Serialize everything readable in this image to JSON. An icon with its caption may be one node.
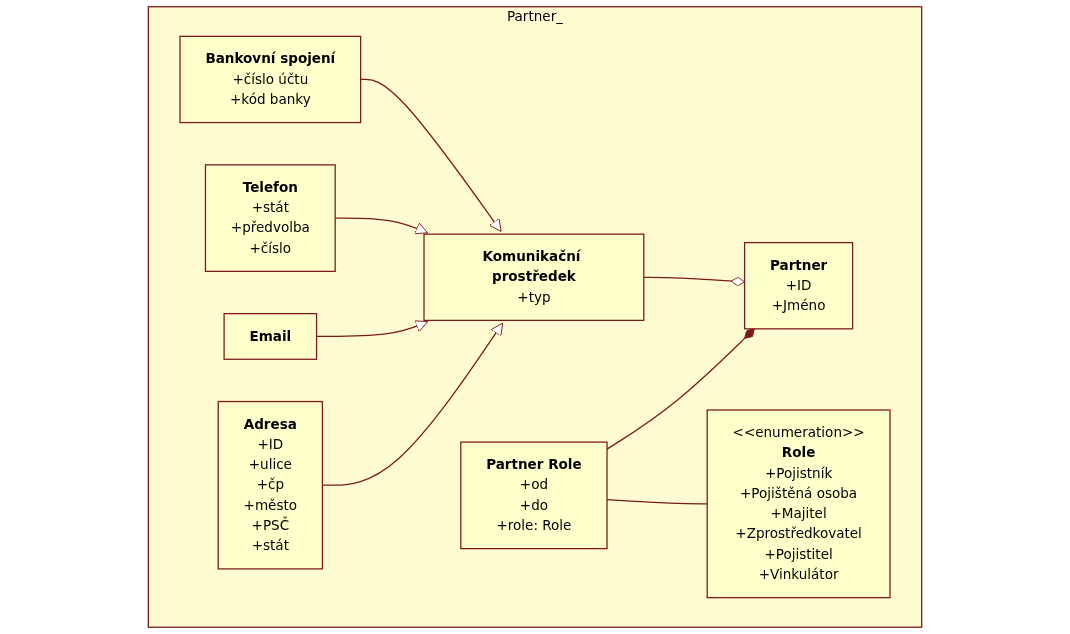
{
  "diagram": {
    "nodes": [
      {
        "text": [
          "Partner_"
        ]
      },
      {
        "text": [
          "Partner Role",
          "+od",
          "+do",
          "+role: Role"
        ],
        "in": 0
      },
      {
        "text": [
          "Partner",
          "+ID",
          "+Jméno"
        ],
        "in": 0
      },
      {
        "text": [
          "Komunikační prostředek",
          "+typ"
        ],
        "in": 0
      },
      {
        "text": [
          "<<enumeration>>",
          "Role",
          "+Pojistník",
          "+Pojištěná osoba",
          "+Majitel",
          "+Zprostředkovatel",
          "+Pojistitel",
          "+Vinkulátor"
        ],
        "in": 0
      },
      {
        "text": [
          "Adresa",
          "+ID",
          "+ulice",
          "+čp",
          "+město",
          "+PSČ",
          "+stát"
        ],
        "in": 0
      },
      {
        "text": [
          "Email"
        ],
        "in": 0
      },
      {
        "text": [
          "Telefon",
          "+stát",
          "+předvolba",
          "+číslo"
        ],
        "in": 0
      },
      {
        "text": [
          "Bankovní spojení",
          "+číslo účtu",
          "+kód banky"
        ],
        "in": 0
      }
    ],
    "edges": [
      {
        "from": 1,
        "to": 2,
        "arrow": "other"
      },
      {
        "from": 3,
        "to": 2,
        "arrow": "other"
      },
      {
        "from": 1,
        "to": 4,
        "arrow": "none"
      },
      {
        "from": 5,
        "to": 3,
        "arrow": "to"
      },
      {
        "from": 6,
        "to": 3,
        "arrow": "to"
      },
      {
        "from": 7,
        "to": 3,
        "arrow": "to"
      },
      {
        "from": 8,
        "to": 3,
        "arrow": "to"
      }
    ]
  }
}
